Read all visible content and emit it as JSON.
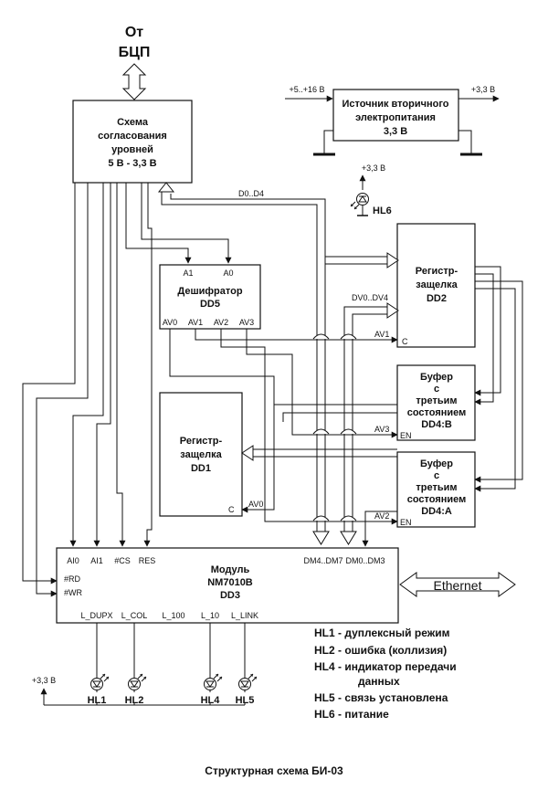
{
  "source": {
    "line1": "От",
    "line2": "БЦП"
  },
  "level_shifter": {
    "line1": "Схема",
    "line2": "согласования",
    "line3": "уровней",
    "line4": "5 В - 3,3 В"
  },
  "psu": {
    "line1": "Источник вторичного",
    "line2": "электропитания",
    "line3": "3,3 В",
    "input": "+5..+16 В",
    "output": "+3,3 В"
  },
  "power_led": {
    "supply": "+3,3 В",
    "label": "HL6"
  },
  "decoder": {
    "pin_a1": "A1",
    "pin_a0": "A0",
    "line1": "Дешифратор",
    "line2": "DD5",
    "out_av0": "AV0",
    "out_av1": "AV1",
    "out_av2": "AV2",
    "out_av3": "AV3"
  },
  "latch_dd2": {
    "line1": "Регистр-",
    "line2": "защелка",
    "line3": "DD2",
    "pin_c": "C"
  },
  "buffer_b": {
    "line1": "Буфер",
    "line2": "с",
    "line3": "третьим",
    "line4": "состоянием",
    "line5": "DD4:B",
    "pin_en": "EN"
  },
  "latch_dd1": {
    "line1": "Регистр-",
    "line2": "защелка",
    "line3": "DD1",
    "pin_c": "C"
  },
  "buffer_a": {
    "line1": "Буфер",
    "line2": "с",
    "line3": "третьим",
    "line4": "состоянием",
    "line5": "DD4:A",
    "pin_en": "EN"
  },
  "module": {
    "pin_ai0": "AI0",
    "pin_ai1": "AI1",
    "pin_cs": "#CS",
    "pin_res": "RES",
    "pin_rd": "#RD",
    "pin_wr": "#WR",
    "line1": "Модуль",
    "line2": "NM7010B",
    "line3": "DD3",
    "bus_dm4": "DM4..DM7",
    "bus_dm0": "DM0..DM3",
    "led_dupx": "L_DUPX",
    "led_col": "L_COL",
    "led_100": "L_100",
    "led_10": "L_10",
    "led_link": "L_LINK"
  },
  "ethernet": "Ethernet",
  "signals": {
    "d_bus": "D0..D4",
    "dv_bus": "DV0..DV4",
    "av1": "AV1",
    "av3": "AV3",
    "av0": "AV0",
    "av2": "AV2"
  },
  "leds": {
    "supply": "+3,3 В",
    "hl1": "HL1",
    "hl2": "HL2",
    "hl4": "HL4",
    "hl5": "HL5"
  },
  "legend": {
    "hl1": "HL1 - дуплексный режим",
    "hl2": "HL2 - ошибка (коллизия)",
    "hl4_line1": "HL4 - индикатор передачи",
    "hl4_line2": "данных",
    "hl5": "HL5 - связь установлена",
    "hl6": "HL6 - питание"
  },
  "caption": "Структурная схема БИ-03"
}
